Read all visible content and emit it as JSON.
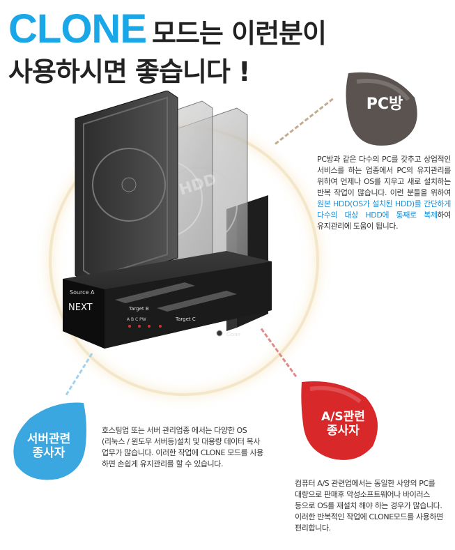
{
  "headline": {
    "clone": "CLONE",
    "line1_rest": "모드는 이런분이",
    "line2": "사용하시면 좋습니다 !"
  },
  "device_labels": {
    "brand": "NEXT",
    "source": "Source A",
    "target_b": "Target B",
    "target_c": "Target C",
    "leds": "A  B  C  PW",
    "clone_button": "Clone",
    "hdd_watermark": "HDD"
  },
  "pc_room": {
    "badge": "PC방",
    "color": "#5a5350",
    "desc_before": "PC방과 같은 다수의 PC를 갖추고 상업적인 서비스를 하는 업종에서 PC의 유지관리를 위하여 언제나 OS를 지우고 새로 설치하는 반복 작업이 많습니다. 이런 분들을 위하여 ",
    "desc_highlight": "원본 HDD(OS가 설치된 HDD)를 간단하게 다수의 대상 HDD에 통째로 복제",
    "desc_after": "하여 유지관리에 도움이 됩니다."
  },
  "server": {
    "badge_line1": "서버관련",
    "badge_line2": "종사자",
    "color": "#3aa7e0",
    "desc": "호스팅업 또는 서버 관리업종 에서는 다양한 OS (리눅스 / 윈도우 서버등)설치 및 대용량 데이터 복사 업무가 많습니다. 이러한 작업에 CLONE 모드를 사용 하면 손쉽게 유지관리를 할 수 있습니다."
  },
  "as": {
    "badge_line1": "A/S관련",
    "badge_line2": "종사자",
    "color": "#d8282a",
    "desc": "컴퓨터 A/S 관련업에서는 동일한 사양의 PC를 대량으로 판매후 악성소프트웨어나 바이러스 등으로 OS를 재설치 해야 하는 경우가 많습니다. 이러한 반복적인 작업에 CLONE모드를 사용하면 편리합니다."
  }
}
